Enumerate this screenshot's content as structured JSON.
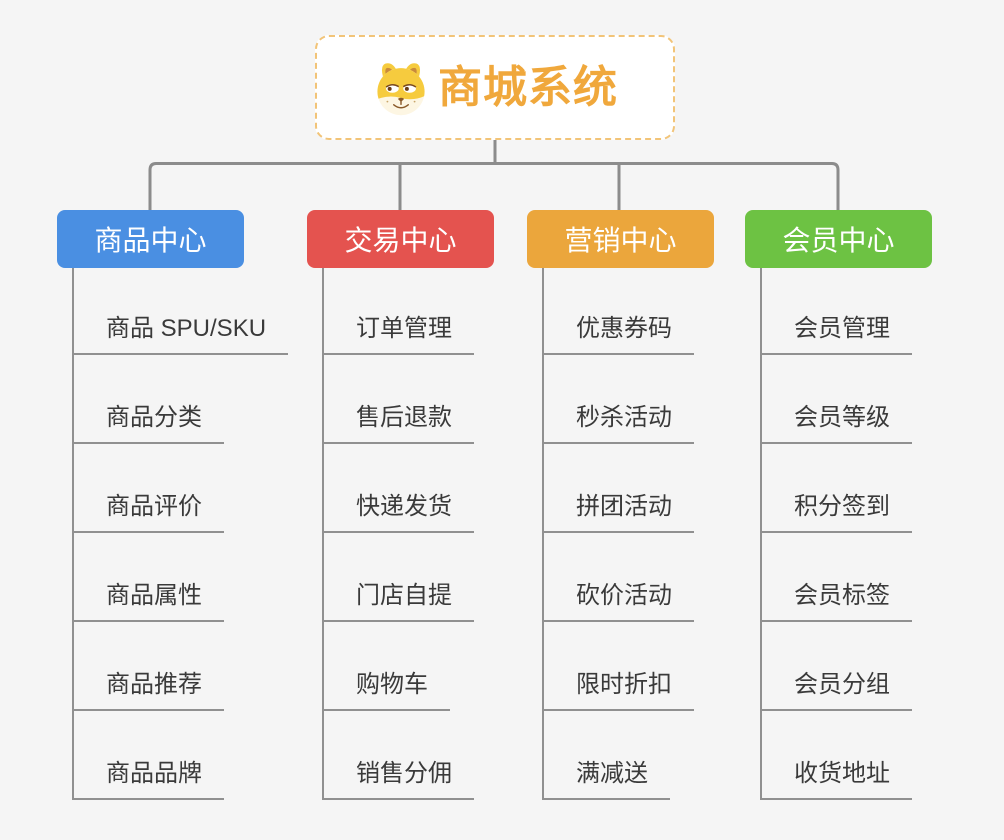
{
  "root": {
    "title": "商城系统",
    "icon": "dog-icon",
    "title_color": "#f0a83c",
    "border_color": "#f2c478"
  },
  "connector_color": "#8c8c8c",
  "underline_color": "#909090",
  "branches": [
    {
      "label": "商品中心",
      "color": "#4a8fe2",
      "items": [
        "商品 SPU/SKU",
        "商品分类",
        "商品评价",
        "商品属性",
        "商品推荐",
        "商品品牌"
      ]
    },
    {
      "label": "交易中心",
      "color": "#e4534f",
      "items": [
        "订单管理",
        "售后退款",
        "快递发货",
        "门店自提",
        "购物车",
        "销售分佣"
      ]
    },
    {
      "label": "营销中心",
      "color": "#eba63c",
      "items": [
        "优惠券码",
        "秒杀活动",
        "拼团活动",
        "砍价活动",
        "限时折扣",
        "满减送"
      ]
    },
    {
      "label": "会员中心",
      "color": "#6dc243",
      "items": [
        "会员管理",
        "会员等级",
        "积分签到",
        "会员标签",
        "会员分组",
        "收货地址"
      ]
    }
  ]
}
